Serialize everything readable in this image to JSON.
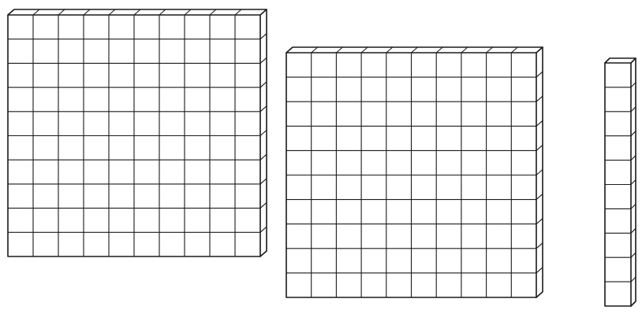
{
  "blocks": [
    {
      "name": "hundred-flat-left",
      "type": "flat",
      "columns": 10,
      "rows": 10
    },
    {
      "name": "hundred-flat-middle",
      "type": "flat",
      "columns": 10,
      "rows": 10
    },
    {
      "name": "ten-rod",
      "type": "rod",
      "columns": 1,
      "rows": 10
    }
  ],
  "colors": {
    "background": "#ffffff",
    "line": "#1a1a1a",
    "face": "#ffffff"
  }
}
